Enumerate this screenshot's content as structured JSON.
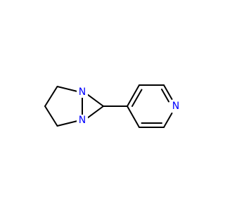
{
  "molecule": {
    "atoms": [
      {
        "id": "N1",
        "symbol": "N"
      },
      {
        "id": "N2",
        "symbol": "N"
      },
      {
        "id": "N3",
        "symbol": "N"
      }
    ],
    "colors": {
      "bond": "#000000",
      "nitrogen": "#0000ff",
      "background": "#ffffff"
    }
  }
}
